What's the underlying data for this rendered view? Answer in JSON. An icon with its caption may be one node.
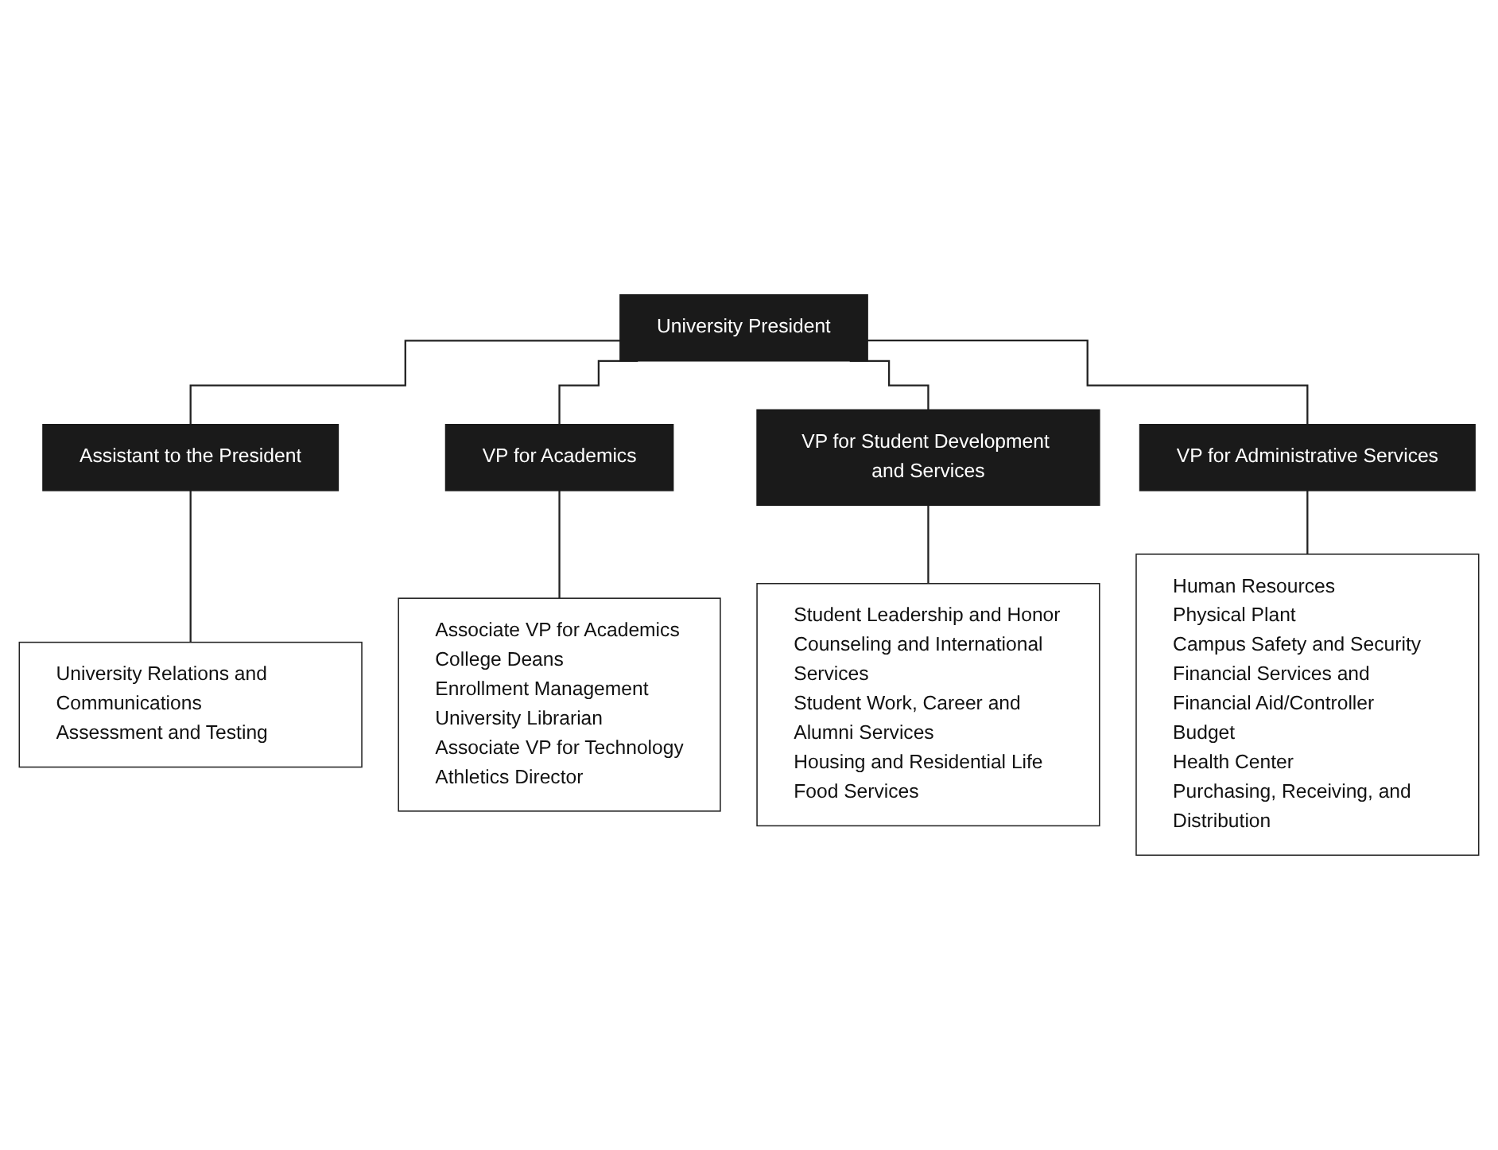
{
  "diagram": {
    "nodes": [
      {
        "text": [
          "University President"
        ]
      },
      {
        "text": [
          "Assistant to the President"
        ]
      },
      {
        "text": [
          "University Relations and Communications",
          "Assessment and Testing"
        ]
      },
      {
        "text": [
          "VP for Academics"
        ]
      },
      {
        "text": [
          "VP for Student Development and Services"
        ]
      },
      {
        "text": [
          "VP for Administrative Services"
        ]
      },
      {
        "text": [
          "Associate VP for Academics",
          "College Deans",
          "Enrollment Management",
          "University Librarian",
          "Associate VP for Technology",
          "Athletics Director"
        ]
      },
      {
        "text": [
          "Student Leadership and Honor",
          "Counseling and International Services",
          "Student Work, Career and Alumni Services",
          "Housing and Residential Life",
          "Food Services"
        ]
      },
      {
        "text": [
          "Human Resources",
          "Physical Plant",
          "Campus Safety and Security",
          "Financial Services and Financial Aid/Controller",
          "Budget",
          "Health Center",
          "Purchasing, Receiving, and Distribution"
        ]
      }
    ],
    "edges": [
      {
        "from": 0,
        "to": 1,
        "arrow": "none"
      },
      {
        "from": 1,
        "to": 2,
        "arrow": "none"
      },
      {
        "from": 0,
        "to": 3,
        "arrow": "none"
      },
      {
        "from": 0,
        "to": 4,
        "arrow": "none"
      },
      {
        "from": 0,
        "to": 5,
        "arrow": "none"
      },
      {
        "from": 3,
        "to": 6,
        "arrow": "none"
      },
      {
        "from": 4,
        "to": 7,
        "arrow": "none"
      },
      {
        "from": 5,
        "to": 8,
        "arrow": "none"
      }
    ]
  }
}
